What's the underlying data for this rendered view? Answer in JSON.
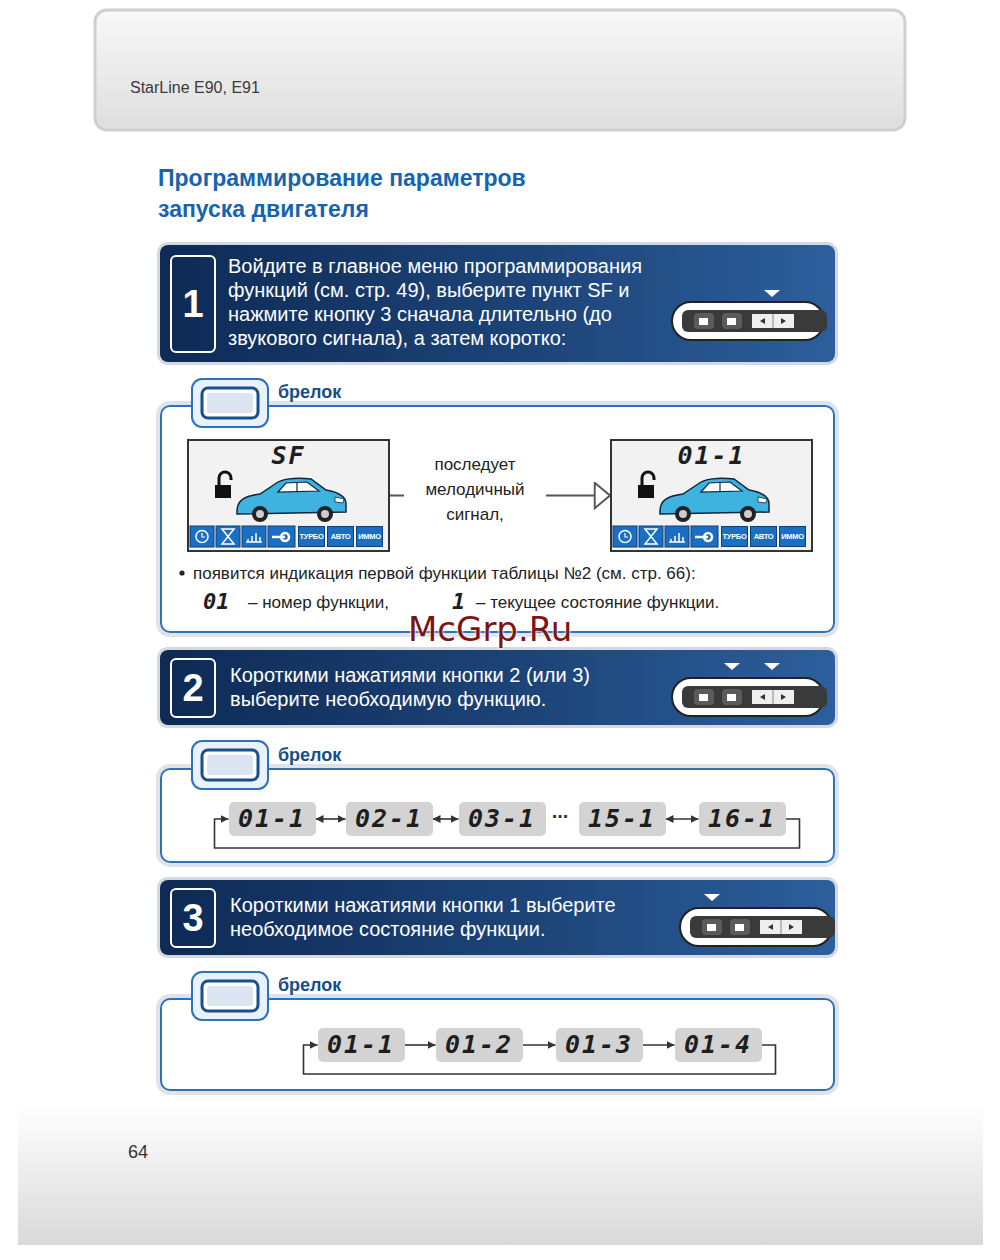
{
  "diagram": {
    "title": "Программирование параметров запуска двигателя",
    "nodes": [
      {
        "text": [
          "Войдите в главное меню программирования функций (см. стр. 49), выберите пункт SF и нажмите кнопку 3 сначала длительно (до звукового сигнала), а затем коротко:"
        ]
      },
      {
        "text": [
          "1"
        ],
        "in": 0
      },
      {
        "text": [
          "брелок",
          "появится индикация первой функции таблицы №2 (см. стр. 66):"
        ]
      },
      {
        "text": [
          "SF"
        ],
        "in": 2
      },
      {
        "text": [
          "01-1"
        ],
        "in": 2
      },
      {
        "text": [
          "Короткими нажатиями кнопки 2 (или 3) выберите необходимую функцию."
        ]
      },
      {
        "text": [
          "2"
        ],
        "in": 5
      },
      {
        "text": [
          "брелок"
        ]
      },
      {
        "text": [
          "01-1"
        ],
        "in": 7
      },
      {
        "text": [
          "02-1"
        ],
        "in": 7
      },
      {
        "text": [
          "03-1"
        ],
        "in": 7
      },
      {
        "text": [
          "15-1"
        ],
        "in": 7
      },
      {
        "text": [
          "16-1"
        ],
        "in": 7
      },
      {
        "text": [
          "Короткими нажатиями кнопки 1 выберите необходимое состояние функции."
        ]
      },
      {
        "text": [
          "3"
        ],
        "in": 13
      },
      {
        "text": [
          "брелок"
        ]
      },
      {
        "text": [
          "01-1"
        ],
        "in": 15
      },
      {
        "text": [
          "01-2"
        ],
        "in": 15
      },
      {
        "text": [
          "01-3"
        ],
        "in": 15
      },
      {
        "text": [
          "01-4"
        ],
        "in": 15
      }
    ],
    "edges": [
      {
        "from": 3,
        "to": 4,
        "arrow": "to",
        "label": "последует мелодичный сигнал,"
      },
      {
        "from": 8,
        "to": 9,
        "arrow": "both"
      },
      {
        "from": 9,
        "to": 10,
        "arrow": "both"
      },
      {
        "from": 11,
        "to": 12,
        "arrow": "both"
      },
      {
        "from": 12,
        "to": 8,
        "arrow": "to"
      },
      {
        "from": 16,
        "to": 17,
        "arrow": "to"
      },
      {
        "from": 17,
        "to": 18,
        "arrow": "to"
      },
      {
        "from": 18,
        "to": 19,
        "arrow": "to"
      },
      {
        "from": 19,
        "to": 16,
        "arrow": "to"
      }
    ],
    "labels": [
      "StarLine E90, E91",
      "ТУРБО",
      "АВТО",
      "ИММО",
      "ТУРБО",
      "АВТО",
      "ИММО",
      "01",
      "– номер функции,",
      "1",
      "– текущее состояние функции.",
      "...",
      "McGrp.Ru",
      "64"
    ]
  }
}
